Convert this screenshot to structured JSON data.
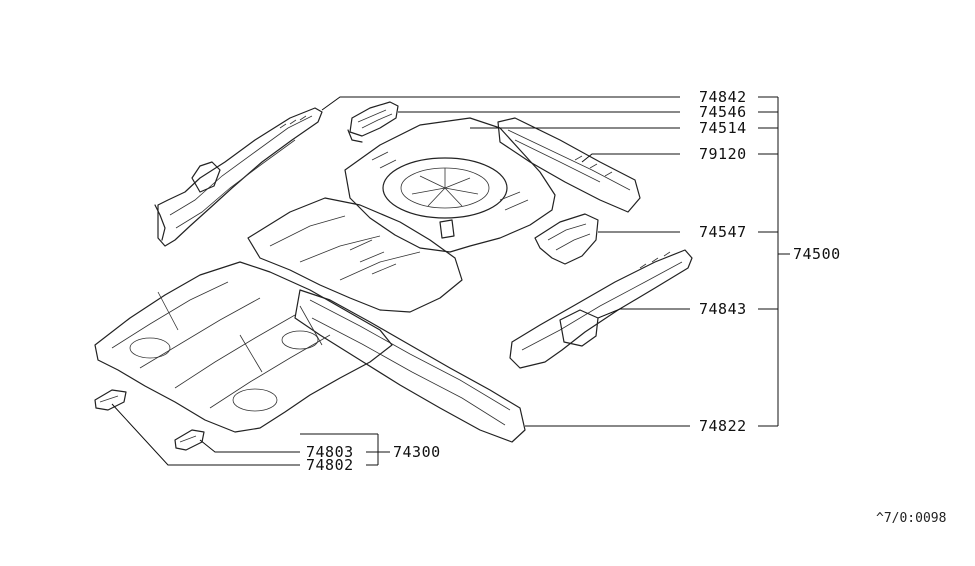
{
  "labels": {
    "p74842": "74842",
    "p74546": "74546",
    "p74514": "74514",
    "p79120": "79120",
    "p74547": "74547",
    "p74500": "74500",
    "p74843": "74843",
    "p74822": "74822",
    "p74803": "74803",
    "p74300": "74300",
    "p74802": "74802"
  },
  "ref_code": "^7/0:0098"
}
